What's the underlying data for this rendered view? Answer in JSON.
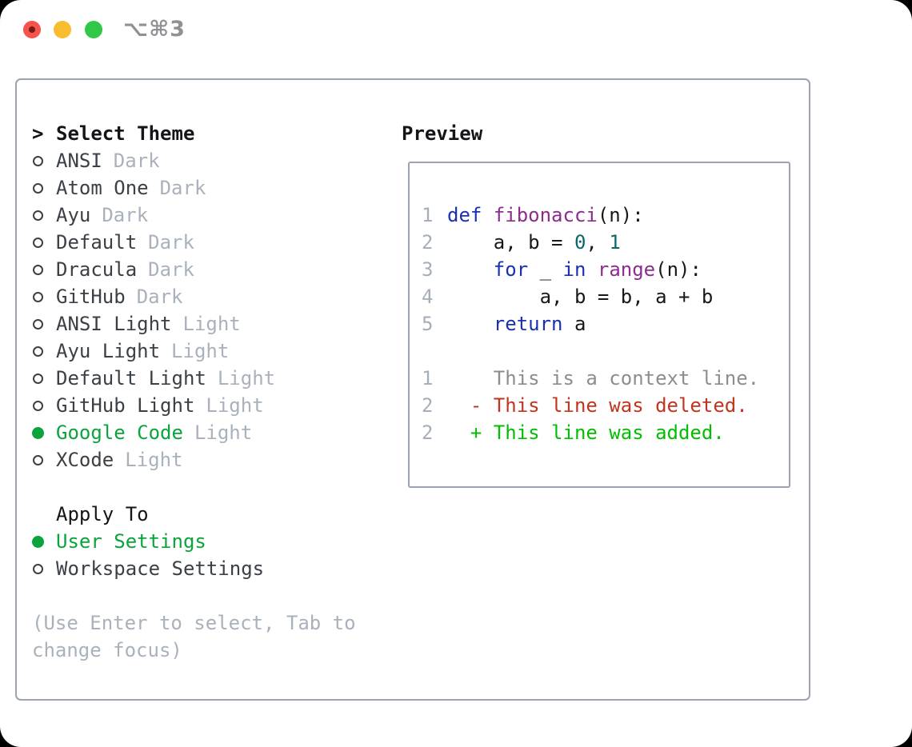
{
  "window": {
    "hotkey": "⌥⌘3",
    "traffic_lights": [
      "close",
      "minimize",
      "zoom"
    ]
  },
  "colors": {
    "light_red": "#f5544d",
    "light_red_core": "#7c1a14",
    "light_yellow": "#f8bc2e",
    "light_green": "#32c747",
    "hotkey_gray": "#8f9194",
    "border_gray": "#9aa3ae",
    "header_text": "#141519",
    "item_gray": "#3b4046",
    "muted_gray": "#a9b2bc",
    "accent_green": "#0aa43c",
    "line_number_gray": "#a5aeb9",
    "code_black": "#17181b",
    "keyword_blue": "#1b2fb4",
    "function_purple": "#8c2d8c",
    "number_teal": "#0b6868",
    "context_gray": "#8b8d8f",
    "deleted_red": "#c23420",
    "added_green": "#03bd03"
  },
  "theme_panel": {
    "header": "Select Theme",
    "prompt": ">",
    "items": [
      {
        "name": "ANSI",
        "variant": "Dark",
        "selected": false
      },
      {
        "name": "Atom One",
        "variant": "Dark",
        "selected": false
      },
      {
        "name": "Ayu",
        "variant": "Dark",
        "selected": false
      },
      {
        "name": "Default",
        "variant": "Dark",
        "selected": false
      },
      {
        "name": "Dracula",
        "variant": "Dark",
        "selected": false
      },
      {
        "name": "GitHub",
        "variant": "Dark",
        "selected": false
      },
      {
        "name": "ANSI Light",
        "variant": "Light",
        "selected": false
      },
      {
        "name": "Ayu Light",
        "variant": "Light",
        "selected": false
      },
      {
        "name": "Default Light",
        "variant": "Light",
        "selected": false
      },
      {
        "name": "GitHub Light",
        "variant": "Light",
        "selected": false
      },
      {
        "name": "Google Code",
        "variant": "Light",
        "selected": true
      },
      {
        "name": "XCode",
        "variant": "Light",
        "selected": false
      }
    ]
  },
  "apply_panel": {
    "header": "Apply To",
    "options": [
      {
        "label": "User Settings",
        "selected": true
      },
      {
        "label": "Workspace Settings",
        "selected": false
      }
    ]
  },
  "help_text": "(Use Enter to select, Tab to change focus)",
  "preview": {
    "header": "Preview",
    "lines": [
      {
        "ln": "1",
        "tokens": [
          [
            "kw",
            "def"
          ],
          [
            "pln",
            " "
          ],
          [
            "fn",
            "fibonacci"
          ],
          [
            "pln",
            "(n):"
          ]
        ]
      },
      {
        "ln": "2",
        "tokens": [
          [
            "pln",
            "    a, b = "
          ],
          [
            "num",
            "0"
          ],
          [
            "pln",
            ", "
          ],
          [
            "num",
            "1"
          ]
        ]
      },
      {
        "ln": "3",
        "tokens": [
          [
            "pln",
            "    "
          ],
          [
            "kw",
            "for"
          ],
          [
            "pln",
            " _ "
          ],
          [
            "kw",
            "in"
          ],
          [
            "pln",
            " "
          ],
          [
            "fn",
            "range"
          ],
          [
            "pln",
            "(n):"
          ]
        ]
      },
      {
        "ln": "4",
        "tokens": [
          [
            "pln",
            "        a, b = b, a + b"
          ]
        ]
      },
      {
        "ln": "5",
        "tokens": [
          [
            "pln",
            "    "
          ],
          [
            "kw",
            "return"
          ],
          [
            "pln",
            " a"
          ]
        ]
      },
      {
        "ln": "",
        "tokens": []
      },
      {
        "ln": "1",
        "tokens": [
          [
            "ctx",
            "    This is a context line."
          ]
        ]
      },
      {
        "ln": "2",
        "tokens": [
          [
            "del",
            "  - This line was deleted."
          ]
        ]
      },
      {
        "ln": "2",
        "tokens": [
          [
            "add",
            "  + This line was added."
          ]
        ]
      }
    ]
  }
}
